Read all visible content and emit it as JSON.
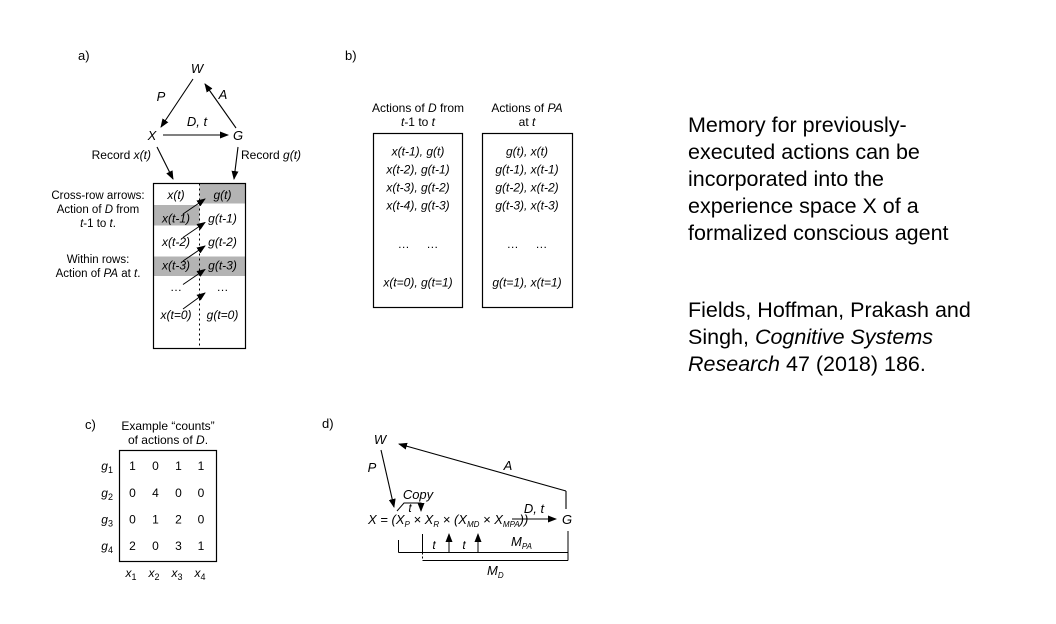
{
  "panel_a": {
    "label": "a)",
    "w": "W",
    "p": "P",
    "a": "A",
    "x": "X",
    "g": "G",
    "dt": "D, t",
    "record_pre": "Record ",
    "record_x_math": "x(t)",
    "record_g_math": "g(t)",
    "ann": {
      "l1": "Cross-row arrows:",
      "l2a": "Action of ",
      "l2b": "D",
      "l2c": " from",
      "l3a": "t",
      "l3b": "-1 to ",
      "l3c": "t",
      "l3d": ".",
      "l4": "Within rows:",
      "l5a": "Action of ",
      "l5b": "PA",
      "l5c": " at ",
      "l5d": "t",
      "l5e": "."
    },
    "table": {
      "rows": [
        {
          "x": "x(t)",
          "g": "g(t)"
        },
        {
          "x": "x(t-1)",
          "g": "g(t-1)"
        },
        {
          "x": "x(t-2)",
          "g": "g(t-2)"
        },
        {
          "x": "x(t-3)",
          "g": "g(t-3)"
        },
        {
          "x": "…",
          "g": "…"
        },
        {
          "x": "x(t=0)",
          "g": "g(t=0)"
        }
      ]
    }
  },
  "panel_b": {
    "label": "b)",
    "left": {
      "h1a": "Actions of ",
      "h1b": "D",
      "h1c": " from",
      "h2a": "t",
      "h2b": "-1 to ",
      "h2c": "t",
      "rows": [
        "x(t-1), g(t)",
        "x(t-2), g(t-1)",
        "x(t-3), g(t-2)",
        "x(t-4), g(t-3)",
        "…     …",
        "x(t=0), g(t=1)"
      ]
    },
    "right": {
      "h1a": "Actions of ",
      "h1b": "PA",
      "h2a": "at ",
      "h2b": "t",
      "rows": [
        "g(t), x(t)",
        "g(t-1), x(t-1)",
        "g(t-2), x(t-2)",
        "g(t-3), x(t-3)",
        "…     …",
        "g(t=1), x(t=1)"
      ]
    }
  },
  "panel_c": {
    "label": "c)",
    "title1": "Example “counts”",
    "title2a": "of actions of ",
    "title2b": "D",
    "title2c": ".",
    "row_labels": [
      {
        "v": "g",
        "s": "1"
      },
      {
        "v": "g",
        "s": "2"
      },
      {
        "v": "g",
        "s": "3"
      },
      {
        "v": "g",
        "s": "4"
      }
    ],
    "col_labels": [
      {
        "v": "x",
        "s": "1"
      },
      {
        "v": "x",
        "s": "2"
      },
      {
        "v": "x",
        "s": "3"
      },
      {
        "v": "x",
        "s": "4"
      }
    ],
    "matrix": [
      [
        "1",
        "0",
        "1",
        "1"
      ],
      [
        "0",
        "4",
        "0",
        "0"
      ],
      [
        "0",
        "1",
        "2",
        "0"
      ],
      [
        "2",
        "0",
        "3",
        "1"
      ]
    ]
  },
  "panel_d": {
    "label": "d)",
    "w": "W",
    "p": "P",
    "a": "A",
    "copy": "Copy",
    "copy_t": "t",
    "dt": "D, t",
    "g": "G",
    "t1": "t",
    "t2": "t",
    "eq": {
      "p1": "X = (X",
      "s1": "P",
      "p2": " × X",
      "s2": "R",
      "p3": " × (X",
      "s3": "MD",
      "p4": " × X",
      "s4": "MPA",
      "p5": "))"
    },
    "mpa": {
      "m": "M",
      "s": "PA"
    },
    "md": {
      "m": "M",
      "s": "D"
    }
  },
  "text_block": {
    "headline_lines": [
      "Memory for previously-",
      "executed actions can be",
      "incorporated into the",
      "experience space X of a",
      "formalized conscious agent"
    ],
    "citation_line1": "Fields, Hoffman, Prakash and",
    "citation_line2_pre": "Singh, ",
    "citation_line2_it": "Cognitive Systems",
    "citation_line3_it": "Research",
    "citation_line3_post": " 47 (2018) 186."
  }
}
